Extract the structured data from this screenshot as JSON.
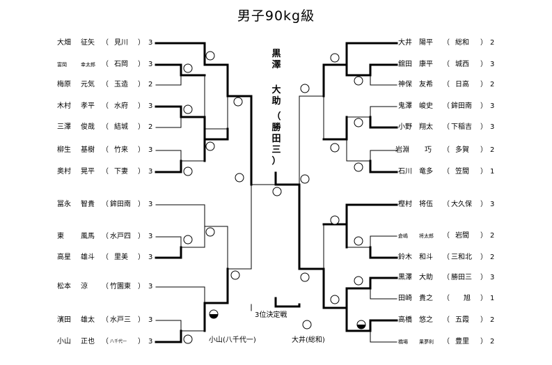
{
  "title": "男子90kg級",
  "champion": {
    "surname": [
      "黒",
      "澤"
    ],
    "given": [
      "大",
      "助"
    ],
    "school": [
      "（",
      "勝",
      "田",
      "三",
      "）"
    ]
  },
  "third_place": {
    "label": "3位決定戦",
    "left_winner": "小山(八千代一)",
    "right_winner": "大井(総和)"
  },
  "left_players": [
    {
      "surname": "大畑",
      "given": "征矢",
      "school": "見川",
      "grade": "3"
    },
    {
      "surname": "富岡",
      "given": "幸太郎",
      "school": "石岡",
      "grade": "3"
    },
    {
      "surname": "梅原",
      "given": "元気",
      "school": "玉造",
      "grade": "2"
    },
    {
      "surname": "木村",
      "given": "孝平",
      "school": "水府",
      "grade": "3"
    },
    {
      "surname": "三澤",
      "given": "俊哉",
      "school": "結城",
      "grade": "2"
    },
    {
      "surname": "柳生",
      "given": "基樹",
      "school": "竹来",
      "grade": "3"
    },
    {
      "surname": "奥村",
      "given": "晃平",
      "school": "下妻",
      "grade": "3"
    },
    {
      "surname": "冨永",
      "given": "智貴",
      "school": "鉾田南",
      "grade": "3"
    },
    {
      "surname": "東",
      "given": "風馬",
      "school": "水戸四",
      "grade": "3"
    },
    {
      "surname": "高星",
      "given": "雄斗",
      "school": "里美",
      "grade": "3"
    },
    {
      "surname": "松本",
      "given": "涼",
      "school": "竹園東",
      "grade": "3"
    },
    {
      "surname": "濱田",
      "given": "雄太",
      "school": "水戸三",
      "grade": "3"
    },
    {
      "surname": "小山",
      "given": "正也",
      "school": "八千代一",
      "grade": "3"
    }
  ],
  "right_players": [
    {
      "surname": "大井",
      "given": "陽平",
      "school": "総和",
      "grade": "2"
    },
    {
      "surname": "舘田",
      "given": "康平",
      "school": "城西",
      "grade": "3"
    },
    {
      "surname": "神保",
      "given": "友希",
      "school": "日高",
      "grade": "2"
    },
    {
      "surname": "鬼澤",
      "given": "峻史",
      "school": "鉾田南",
      "grade": "3"
    },
    {
      "surname": "小野",
      "given": "翔太",
      "school": "下稲吉",
      "grade": "3"
    },
    {
      "surname": "岩淵",
      "given": "巧",
      "school": "多賀",
      "grade": "2"
    },
    {
      "surname": "石川",
      "given": "竜多",
      "school": "笠間",
      "grade": "1"
    },
    {
      "surname": "樫村",
      "given": "将伍",
      "school": "大久保",
      "grade": "3"
    },
    {
      "surname": "倉嶋",
      "given": "将太郎",
      "school": "岩間",
      "grade": "2"
    },
    {
      "surname": "鈴木",
      "given": "和斗",
      "school": "三和北",
      "grade": "2"
    },
    {
      "surname": "黒澤",
      "given": "大助",
      "school": "勝田三",
      "grade": "3"
    },
    {
      "surname": "田崎",
      "given": "貴之",
      "school": "旭",
      "grade": "1"
    },
    {
      "surname": "高橋",
      "given": "悠之",
      "school": "五霞",
      "grade": "2"
    },
    {
      "surname": "橋場",
      "given": "果夢利",
      "school": "豊里",
      "grade": "2"
    }
  ]
}
